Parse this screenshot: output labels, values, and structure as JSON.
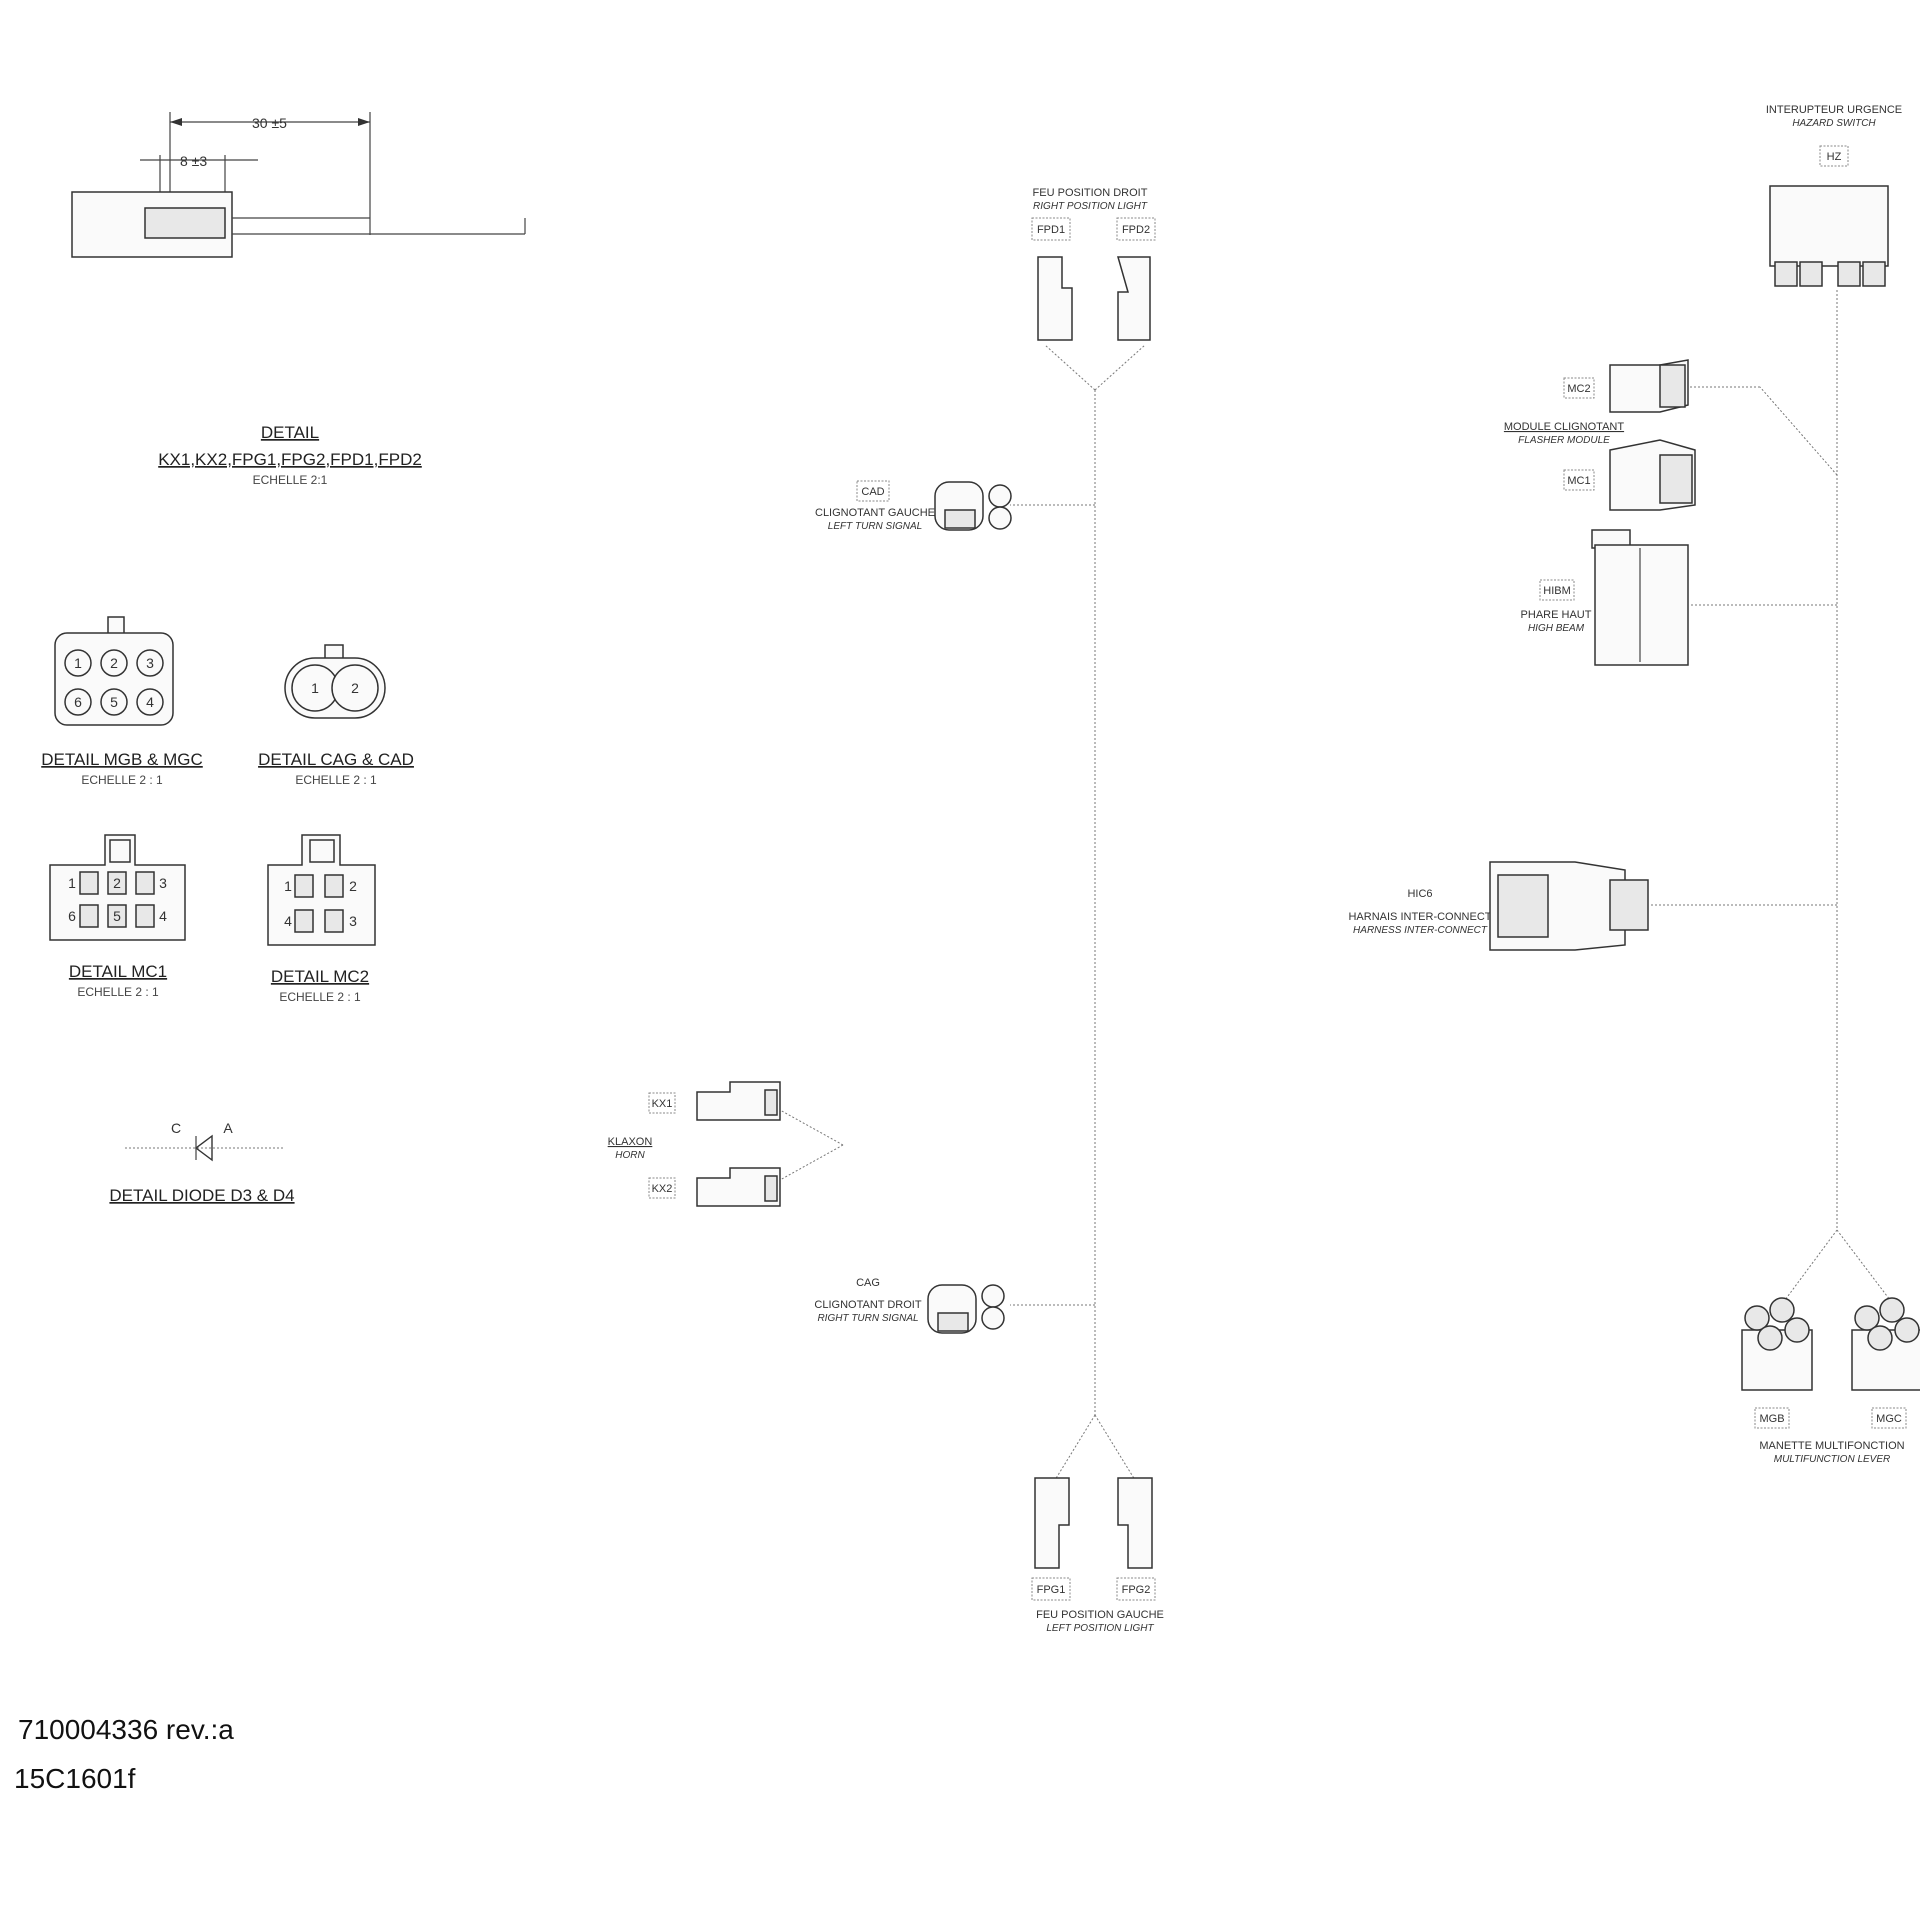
{
  "details": {
    "wire_detail": {
      "dim_long": "30 ±5",
      "dim_short": "8 ±3",
      "title": "DETAIL",
      "subtitle": "KX1,KX2,FPG1,FPG2,FPD1,FPD2",
      "scale": "ECHELLE 2:1"
    },
    "mgb_mgc": {
      "title": "DETAIL MGB & MGC",
      "scale": "ECHELLE 2 : 1",
      "pins_top": [
        "1",
        "2",
        "3"
      ],
      "pins_bottom": [
        "6",
        "5",
        "4"
      ]
    },
    "cag_cad": {
      "title": "DETAIL CAG & CAD",
      "scale": "ECHELLE 2 : 1",
      "pins": [
        "1",
        "2"
      ]
    },
    "mc1": {
      "title": "DETAIL MC1",
      "scale": "ECHELLE 2 : 1",
      "pins_top": [
        "1",
        "2",
        "3"
      ],
      "pins_bottom": [
        "6",
        "5",
        "4"
      ]
    },
    "mc2": {
      "title": "DETAIL MC2",
      "scale": "ECHELLE 2 : 1",
      "pins_top": [
        "1",
        "2"
      ],
      "pins_bottom": [
        "4",
        "3"
      ]
    },
    "diode": {
      "title": "DETAIL DIODE D3 & D4",
      "cathode": "C",
      "anode": "A"
    }
  },
  "connectors": {
    "fpd": {
      "fr": "FEU POSITION DROIT",
      "en": "RIGHT POSITION LIGHT",
      "tags": [
        "FPD1",
        "FPD2"
      ]
    },
    "cad": {
      "tag": "CAD",
      "fr": "CLIGNOTANT GAUCHE",
      "en": "LEFT TURN SIGNAL"
    },
    "kx": {
      "tags": [
        "KX1",
        "KX2"
      ],
      "fr": "KLAXON",
      "en": "HORN"
    },
    "cag": {
      "tag": "CAG",
      "fr": "CLIGNOTANT DROIT",
      "en": "RIGHT TURN SIGNAL"
    },
    "fpg": {
      "fr": "FEU POSITION GAUCHE",
      "en": "LEFT POSITION LIGHT",
      "tags": [
        "FPG1",
        "FPG2"
      ]
    },
    "hz": {
      "tag": "HZ",
      "fr": "INTERUPTEUR URGENCE",
      "en": "HAZARD SWITCH"
    },
    "mc": {
      "tags": [
        "MC2",
        "MC1"
      ],
      "fr": "MODULE CLIGNOTANT",
      "en": "FLASHER MODULE"
    },
    "hibm": {
      "tag": "HIBM",
      "fr": "PHARE HAUT",
      "en": "HIGH BEAM"
    },
    "hic6": {
      "tag": "HIC6",
      "fr": "HARNAIS INTER-CONNECT",
      "en": "HARNESS INTER-CONNECT"
    },
    "mg": {
      "tags": [
        "MGB",
        "MGC"
      ],
      "fr": "MANETTE MULTIFONCTION",
      "en": "MULTIFUNCTION LEVER"
    }
  },
  "doc": {
    "part_number": "710004336 rev.:a",
    "drawing_id": "15C1601f"
  }
}
